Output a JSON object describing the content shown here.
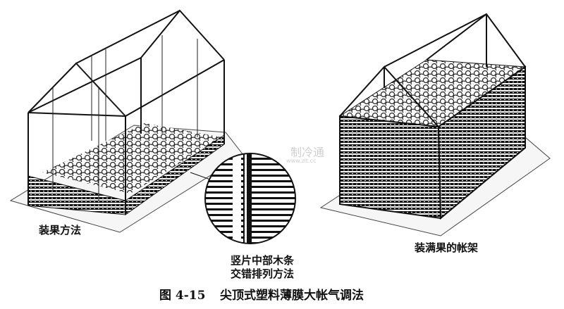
{
  "labels": {
    "left_structure": "装果方法",
    "inset_line1": "竖片中部木条",
    "inset_line2": "交错排列方法",
    "right_structure": "装满果的帐架"
  },
  "caption": {
    "figure_number": "图 4-15",
    "title": "尖顶式塑料薄膜大帐气调法"
  },
  "watermark": {
    "name": "制冷通",
    "url": "www.zlt.cc"
  }
}
